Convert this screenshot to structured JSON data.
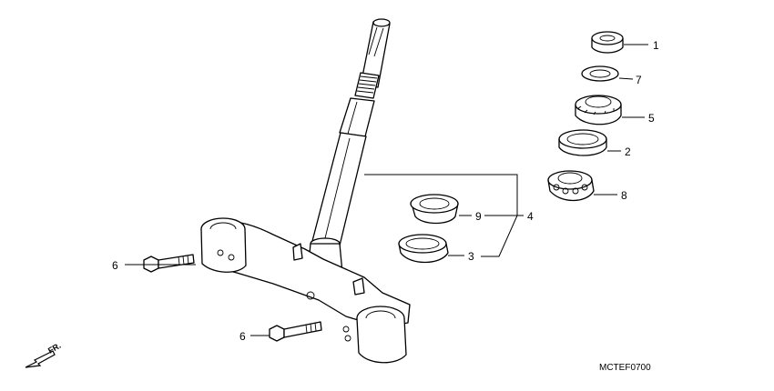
{
  "diagram": {
    "code": "MCTEF0700",
    "direction_label": "FR.",
    "callouts": {
      "nut_1": "1",
      "washer_7": "7",
      "locknut_5": "5",
      "bearing_race_2": "2",
      "bearing_8": "8",
      "seal_9": "9",
      "bearing_set_4": "4",
      "race_3": "3",
      "bolt_upper_6": "6",
      "bolt_lower_6": "6"
    }
  }
}
